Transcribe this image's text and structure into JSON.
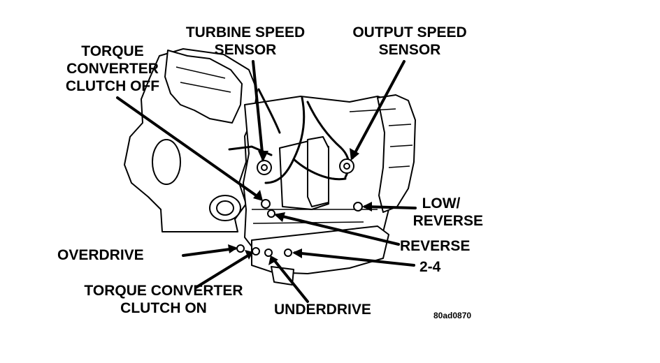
{
  "labels": {
    "turbine_speed_sensor": "TURBINE SPEED SENSOR",
    "output_speed_sensor": "OUTPUT SPEED SENSOR",
    "torque_converter_clutch_off": "TORQUE CONVERTER CLUTCH OFF",
    "low_reverse": "LOW/ REVERSE",
    "reverse": "REVERSE",
    "two_four": "2-4",
    "overdrive": "OVERDRIVE",
    "torque_converter_clutch_on": "TORQUE CONVERTER CLUTCH ON",
    "underdrive": "UNDERDRIVE"
  },
  "lines": {
    "turbine_1": "TURBINE SPEED",
    "turbine_2": "SENSOR",
    "output_1": "OUTPUT SPEED",
    "output_2": "SENSOR",
    "tcc_off_1": "TORQUE",
    "tcc_off_2": "CONVERTER",
    "tcc_off_3": "CLUTCH OFF",
    "low_rev_1": "LOW/",
    "low_rev_2": "REVERSE",
    "tcc_on_1": "TORQUE CONVERTER",
    "tcc_on_2": "CLUTCH ON"
  },
  "figure_code": "80ad0870"
}
